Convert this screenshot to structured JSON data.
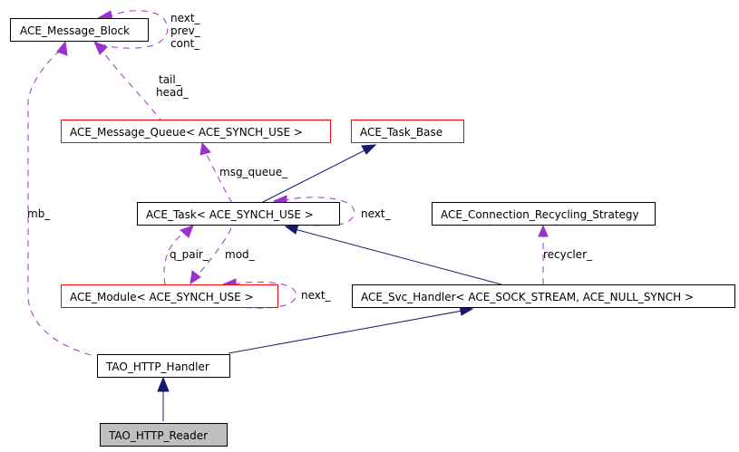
{
  "diagram": {
    "title": "TAO_HTTP_Reader collaboration graph",
    "colors": {
      "inheritance": "#191970",
      "usage": "#9a32cd",
      "node_border_default": "#000000",
      "node_border_undocumented": "#ff0000",
      "node_fill_default": "#ffffff",
      "node_fill_focus": "#bfbfbf"
    },
    "nodes": [
      {
        "id": "msg_block",
        "label": "ACE_Message_Block",
        "style": "normal"
      },
      {
        "id": "msg_queue",
        "label": "ACE_Message_Queue< ACE_SYNCH_USE >",
        "style": "undocumented"
      },
      {
        "id": "task_base",
        "label": "ACE_Task_Base",
        "style": "undocumented"
      },
      {
        "id": "task",
        "label": "ACE_Task< ACE_SYNCH_USE >",
        "style": "normal"
      },
      {
        "id": "recycling",
        "label": "ACE_Connection_Recycling_Strategy",
        "style": "normal"
      },
      {
        "id": "module",
        "label": "ACE_Module< ACE_SYNCH_USE >",
        "style": "undocumented"
      },
      {
        "id": "svc_handler",
        "label": "ACE_Svc_Handler< ACE_SOCK_STREAM, ACE_NULL_SYNCH >",
        "style": "normal"
      },
      {
        "id": "http_handler",
        "label": "TAO_HTTP_Handler",
        "style": "normal"
      },
      {
        "id": "http_reader",
        "label": "TAO_HTTP_Reader",
        "style": "focus"
      }
    ],
    "edges": [
      {
        "from": "msg_block",
        "to": "msg_block",
        "type": "usage",
        "labels": [
          "next_",
          "prev_",
          "cont_"
        ]
      },
      {
        "from": "msg_queue",
        "to": "msg_block",
        "type": "usage",
        "labels": [
          "tail_",
          "head_"
        ]
      },
      {
        "from": "task",
        "to": "msg_queue",
        "type": "usage",
        "labels": [
          "msg_queue_"
        ]
      },
      {
        "from": "task",
        "to": "task_base",
        "type": "inheritance",
        "labels": []
      },
      {
        "from": "task",
        "to": "task",
        "type": "usage",
        "labels": [
          "next_"
        ]
      },
      {
        "from": "module",
        "to": "task",
        "type": "usage",
        "labels": [
          "q_pair_"
        ]
      },
      {
        "from": "task",
        "to": "module",
        "type": "usage",
        "labels": [
          "mod_"
        ]
      },
      {
        "from": "module",
        "to": "module",
        "type": "usage",
        "labels": [
          "next_"
        ]
      },
      {
        "from": "svc_handler",
        "to": "task",
        "type": "inheritance",
        "labels": []
      },
      {
        "from": "svc_handler",
        "to": "recycling",
        "type": "usage",
        "labels": [
          "recycler_"
        ]
      },
      {
        "from": "http_handler",
        "to": "svc_handler",
        "type": "inheritance",
        "labels": []
      },
      {
        "from": "http_handler",
        "to": "msg_block",
        "type": "usage",
        "labels": [
          "mb_"
        ]
      },
      {
        "from": "http_reader",
        "to": "http_handler",
        "type": "inheritance",
        "labels": []
      }
    ]
  }
}
